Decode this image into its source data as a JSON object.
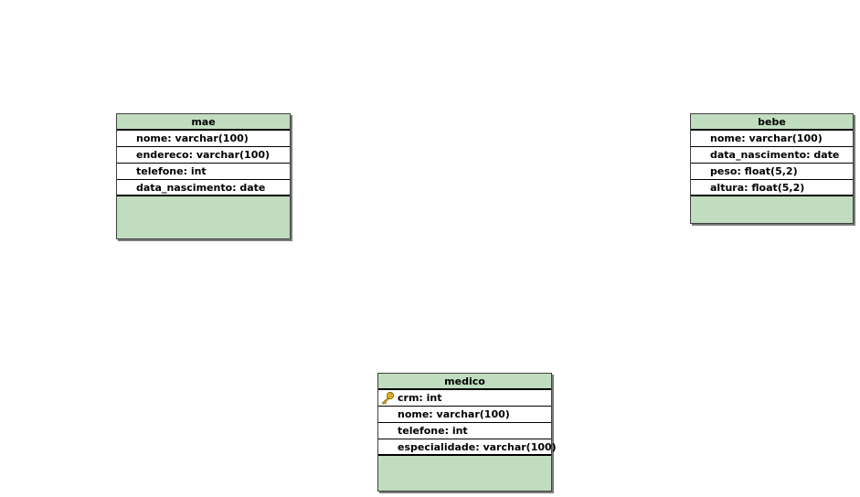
{
  "entities": {
    "mae": {
      "name": "mae",
      "attributes": [
        {
          "text": "nome: varchar(100)",
          "key": false
        },
        {
          "text": "endereco: varchar(100)",
          "key": false
        },
        {
          "text": "telefone: int",
          "key": false
        },
        {
          "text": "data_nascimento: date",
          "key": false
        }
      ]
    },
    "bebe": {
      "name": "bebe",
      "attributes": [
        {
          "text": "nome: varchar(100)",
          "key": false
        },
        {
          "text": "data_nascimento: date",
          "key": false
        },
        {
          "text": "peso: float(5,2)",
          "key": false
        },
        {
          "text": "altura: float(5,2)",
          "key": false
        }
      ]
    },
    "medico": {
      "name": "medico",
      "attributes": [
        {
          "text": "crm: int",
          "key": true,
          "icon": "key-icon"
        },
        {
          "text": "nome: varchar(100)",
          "key": false
        },
        {
          "text": "telefone: int",
          "key": false
        },
        {
          "text": "especialidade: varchar(100)",
          "key": false
        }
      ]
    }
  },
  "colors": {
    "entity_fill": "#c0ddc0",
    "row_fill": "#ffffff",
    "border": "#000000",
    "key_icon": "#e8b820"
  }
}
